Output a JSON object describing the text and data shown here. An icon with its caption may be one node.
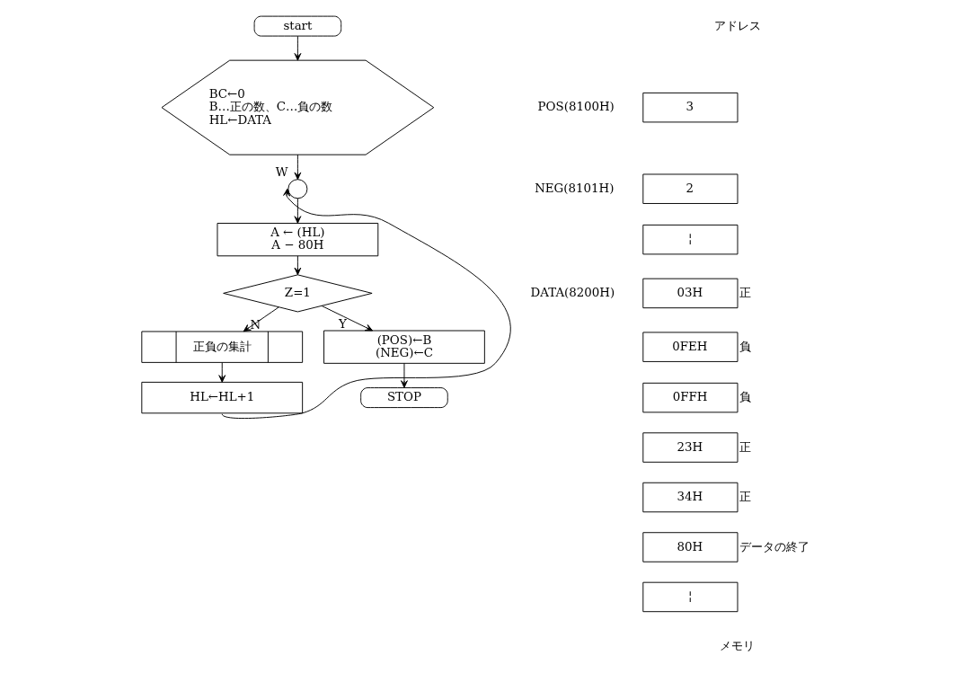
{
  "diagram": {
    "nodes": [
      {
        "text": [
          "start"
        ]
      },
      {
        "text": [
          "BC←0",
          "B…正の数、C…負の数",
          "HL←DATA"
        ]
      },
      {
        "text": [],
        "shape": "circle",
        "beside": [
          "W"
        ]
      },
      {
        "text": [
          "A ← (HL)",
          "A − 80H"
        ]
      },
      {
        "text": [
          "Z=1"
        ]
      },
      {
        "text": [
          "正負の集計"
        ]
      },
      {
        "text": [
          "HL←HL+1"
        ]
      },
      {
        "text": [
          "(POS)←B",
          "(NEG)←C"
        ]
      },
      {
        "text": [
          "STOP"
        ]
      },
      {
        "text": [
          "3"
        ]
      },
      {
        "text": [
          "2"
        ]
      },
      {
        "text": [
          "¦"
        ]
      },
      {
        "text": [
          "03H"
        ],
        "beside": [
          "正"
        ]
      },
      {
        "text": [
          "0FEH"
        ],
        "beside": [
          "負"
        ]
      },
      {
        "text": [
          "0FFH"
        ],
        "beside": [
          "負"
        ]
      },
      {
        "text": [
          "23H"
        ],
        "beside": [
          "正"
        ]
      },
      {
        "text": [
          "34H"
        ],
        "beside": [
          "正"
        ]
      },
      {
        "text": [
          "80H"
        ],
        "beside": [
          "データの終了"
        ]
      },
      {
        "text": [
          "¦"
        ]
      }
    ],
    "edges": [
      {
        "from": 0,
        "to": 1,
        "arrow": "to"
      },
      {
        "from": 1,
        "to": 2,
        "arrow": "to"
      },
      {
        "from": 2,
        "to": 3,
        "arrow": "to"
      },
      {
        "from": 3,
        "to": 4,
        "arrow": "to"
      },
      {
        "from": 4,
        "to": 5,
        "arrow": "to",
        "label": "N"
      },
      {
        "from": 4,
        "to": 7,
        "arrow": "to",
        "label": "Y"
      },
      {
        "from": 5,
        "to": 6,
        "arrow": "to"
      },
      {
        "from": 7,
        "to": 8,
        "arrow": "to"
      },
      {
        "from": 6,
        "to": 2,
        "arrow": "to"
      }
    ],
    "labels": [
      "アドレス",
      "POS(8100H)",
      "NEG(8101H)",
      "DATA(8200H)",
      "メモリ"
    ]
  }
}
